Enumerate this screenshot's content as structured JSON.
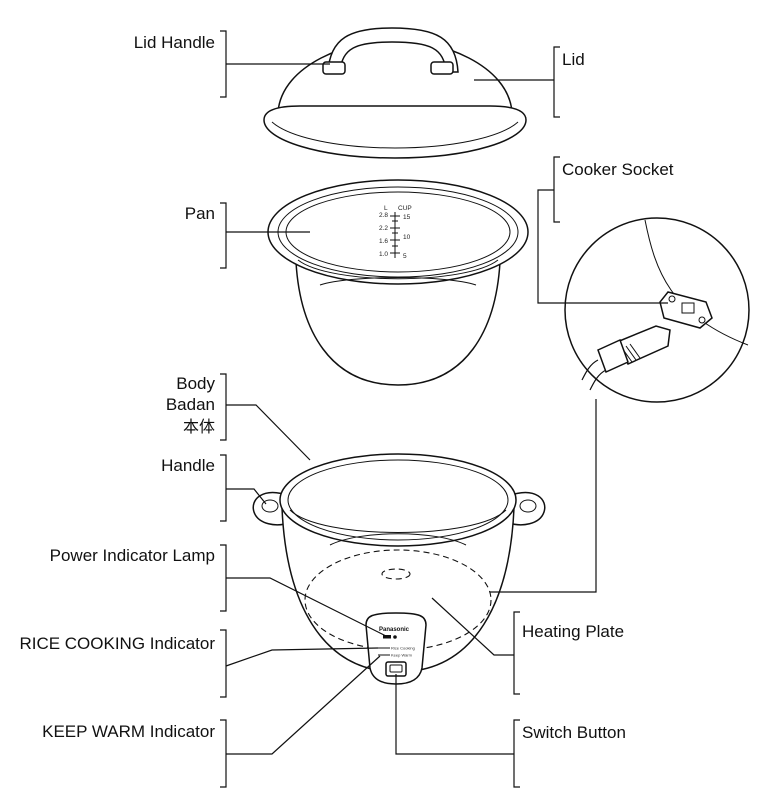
{
  "labels": {
    "lid_handle": "Lid Handle",
    "lid": "Lid",
    "cooker_socket": "Cooker Socket",
    "pan": "Pan",
    "body_en": "Body",
    "body_ms": "Badan",
    "body_zh": "本体",
    "handle": "Handle",
    "power_indicator_lamp": "Power Indicator Lamp",
    "rice_cooking_indicator": "RICE COOKING Indicator",
    "keep_warm_indicator": "KEEP WARM Indicator",
    "heating_plate": "Heating Plate",
    "switch_button": "Switch Button"
  },
  "pan_scale": {
    "left_header": "L",
    "right_header": "CUP",
    "liters": [
      "2.8",
      "2.2",
      "1.6",
      "1.0"
    ],
    "cups": [
      "15",
      "10",
      "5"
    ]
  },
  "control_panel": {
    "brand": "Panasonic",
    "rice_cooking": "Rice Cooking",
    "keep_warm": "Keep Warm"
  }
}
